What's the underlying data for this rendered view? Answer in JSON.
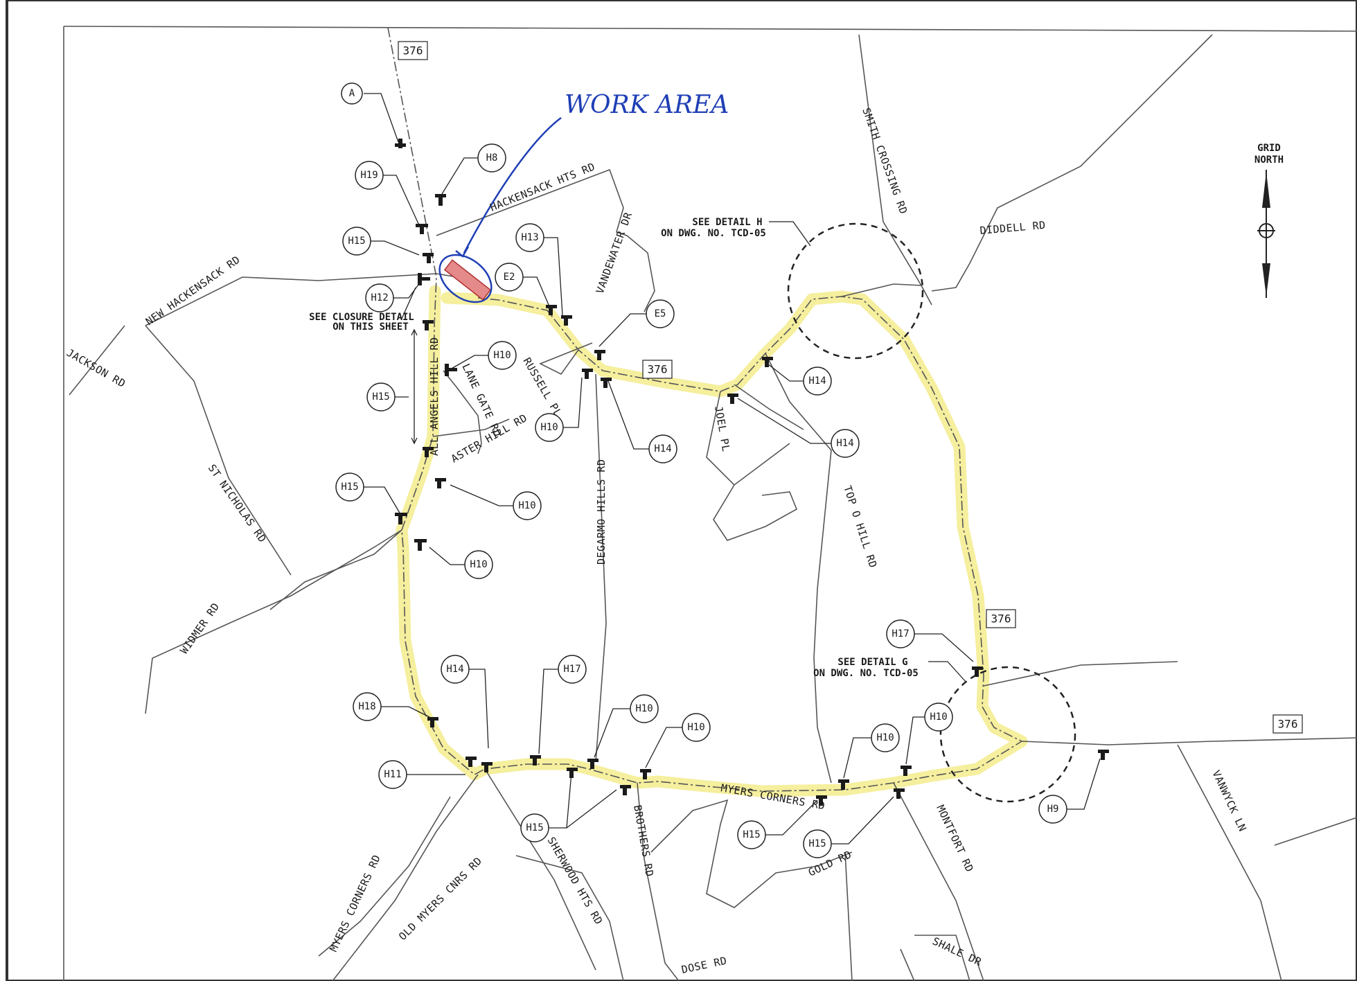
{
  "colors": {
    "detour": "#f2ea7d",
    "hand_ink": "#1f3fb5",
    "work_area": "#e58a8a",
    "ink": "#222222"
  },
  "work_area_label": "WORK AREA",
  "north_arrow": {
    "line1": "GRID",
    "line2": "NORTH"
  },
  "roads": {
    "hackensack_hts": "HACKENSACK HTS RD",
    "new_hackensack": "NEW HACKENSACK RD",
    "jackson": "JACKSON RD",
    "vandewater": "VANDEWATER DR",
    "smith_crossing": "SMITH CROSSING RD",
    "diddell": "DIDDELL RD",
    "all_angels": "ALL ANGELS HILL RD",
    "lane_gate": "LANE GATE RD",
    "aster_hill": "ASTER HILL RD",
    "russell": "RUSSELL PL",
    "joel": "JOEL PL",
    "degarmo": "DEGARMO HILLS RD",
    "top_o_hill": "TOP O HILL RD",
    "st_nicholas": "ST NICHOLAS RD",
    "widmer": "WIDMER RD",
    "myers_corners_e": "MYERS CORNERS RD",
    "myers_corners_w": "MYERS CORNERS RD",
    "old_myers": "OLD MYERS CNRS RD",
    "sherwood": "SHERWOOD HTS RD",
    "brothers": "BROTHERS RD",
    "gold": "GOLD RD",
    "montfort": "MONTFORT RD",
    "vanwyck": "VANWYCK LN",
    "dose": "DOSE RD",
    "shale": "SHALE DR"
  },
  "route_shields": {
    "north": "376",
    "center": "376",
    "east": "376",
    "southeast": "376"
  },
  "notes": {
    "detail_h_1": "SEE DETAIL H",
    "detail_h_2": "ON DWG. NO. TCD-05",
    "detail_g_1": "SEE DETAIL G",
    "detail_g_2": "ON DWG. NO. TCD-05",
    "closure_1": "SEE CLOSURE DETAIL",
    "closure_2": "ON THIS SHEET"
  },
  "signs": {
    "a": "A",
    "h19": "H19",
    "h8": "H8",
    "h15_top": "H15",
    "h12": "H12",
    "h13": "H13",
    "e2": "E2",
    "e5": "E5",
    "h10_lane": "H10",
    "h15_side": "H15",
    "h10_degarmo": "H10",
    "h14_a": "H14",
    "h14_b": "H14",
    "h14_c": "H14",
    "h15_left": "H15",
    "h10_b": "H10",
    "h10_c": "H10",
    "h17_e": "H17",
    "h14_s": "H14",
    "h17_s": "H17",
    "h10_s1": "H10",
    "h10_s2": "H10",
    "h10_se1": "H10",
    "h10_se2": "H10",
    "h18": "H18",
    "h11": "H11",
    "h15_s1": "H15",
    "h15_s2": "H15",
    "h15_s3": "H15",
    "h9": "H9"
  }
}
